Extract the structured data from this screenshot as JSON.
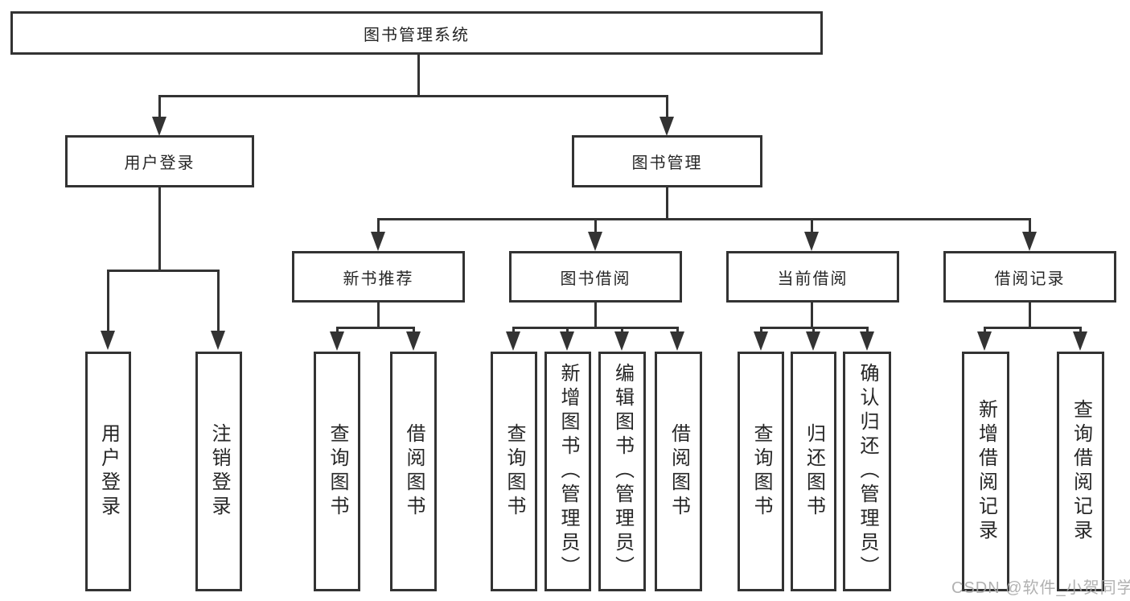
{
  "tree": {
    "label": "图书管理系统",
    "children": [
      {
        "label": "用户登录",
        "children": [
          {
            "label": "用户登录"
          },
          {
            "label": "注销登录"
          }
        ]
      },
      {
        "label": "图书管理",
        "children": [
          {
            "label": "新书推荐",
            "children": [
              {
                "label": "查询图书"
              },
              {
                "label": "借阅图书"
              }
            ]
          },
          {
            "label": "图书借阅",
            "children": [
              {
                "label": "查询图书"
              },
              {
                "label": "新增图书（管理员）"
              },
              {
                "label": "编辑图书（管理员）"
              },
              {
                "label": "借阅图书"
              }
            ]
          },
          {
            "label": "当前借阅",
            "children": [
              {
                "label": "查询图书"
              },
              {
                "label": "归还图书"
              },
              {
                "label": "确认归还（管理员）"
              }
            ]
          },
          {
            "label": "借阅记录",
            "children": [
              {
                "label": "新增借阅记录"
              },
              {
                "label": "查询借阅记录"
              }
            ]
          }
        ]
      }
    ]
  },
  "watermark": "CSDN @软件_小贺同学",
  "colors": {
    "line": "#333333",
    "text": "#262626",
    "background": "#ffffff",
    "watermark": "#a9a9a9"
  }
}
